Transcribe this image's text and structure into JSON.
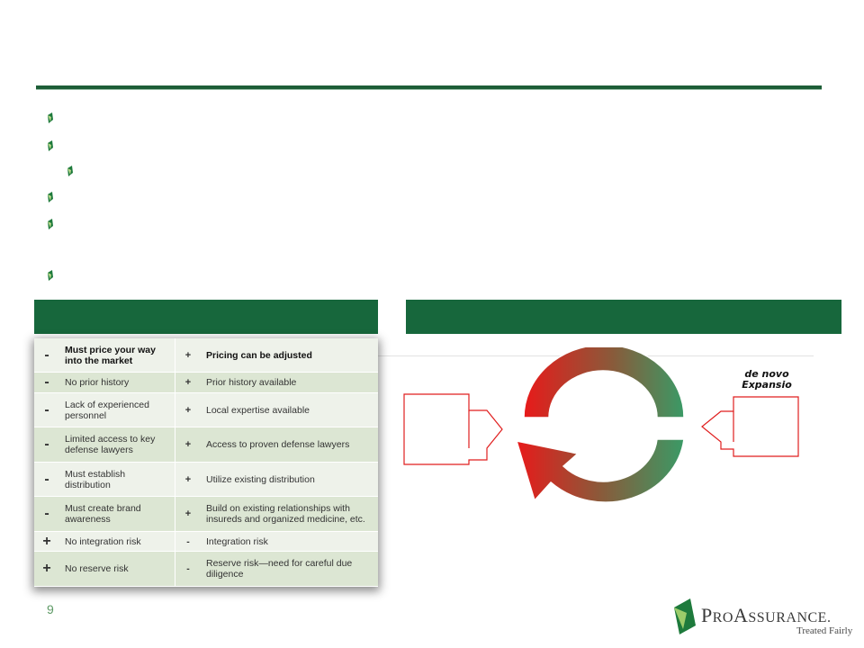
{
  "page_number": "9",
  "colors": {
    "brand_green": "#17673c",
    "minus_red": "#e11919",
    "plus_green": "#2b8a2b",
    "callout_red": "#e01e1e"
  },
  "comparison_rows": [
    {
      "left_sign": "-",
      "left_text": "Must price your way into the market",
      "right_sign": "+",
      "right_text": "Pricing can be adjusted",
      "bold": true
    },
    {
      "left_sign": "-",
      "left_text": "No prior history",
      "right_sign": "+",
      "right_text": "Prior history available"
    },
    {
      "left_sign": "-",
      "left_text": "Lack of experienced personnel",
      "right_sign": "+",
      "right_text": "Local expertise available"
    },
    {
      "left_sign": "-",
      "left_text": "Limited access to key defense lawyers",
      "right_sign": "+",
      "right_text": "Access to proven defense lawyers"
    },
    {
      "left_sign": "-",
      "left_text": "Must establish distribution",
      "right_sign": "+",
      "right_text": "Utilize existing distribution"
    },
    {
      "left_sign": "-",
      "left_text": "Must create brand awareness",
      "right_sign": "+",
      "right_text": "Build on existing relationships with insureds and organized medicine, etc."
    },
    {
      "left_sign": "+",
      "left_text": "No integration risk",
      "right_sign": "-",
      "right_text": "Integration risk"
    },
    {
      "left_sign": "+",
      "left_text": "No reserve risk",
      "right_sign": "-",
      "right_text": "Reserve risk—need for careful due diligence"
    }
  ],
  "callout": {
    "line1": "de novo",
    "line2": "Expansio"
  },
  "logo": {
    "name_p": "P",
    "name_ro": "RO",
    "name_a": "A",
    "name_ssurance": "SSURANCE",
    "tagline": "Treated Fairly",
    "icon": "proassurance-leaf-icon"
  },
  "icons": {
    "bullet": "green-leaf-bullet-icon",
    "cycle": "circular-arrows-icon"
  }
}
